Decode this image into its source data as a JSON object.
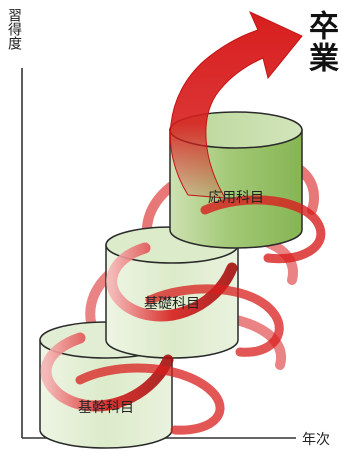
{
  "axes": {
    "y_label": "習得度",
    "x_label": "年次"
  },
  "graduation_label": "卒業",
  "levels": [
    {
      "name": "基幹科目"
    },
    {
      "name": "基礎科目"
    },
    {
      "name": "応用科目"
    }
  ],
  "colors": {
    "spiral_red": "#d81e1e",
    "spiral_dark_red": "#a51010",
    "cylinder_light": "#eef5e4",
    "cylinder_mid": "#d6e8c3",
    "cylinder_green": "#9cc56b",
    "cylinder_outline": "#2a2a2a",
    "axis": "#333333"
  }
}
